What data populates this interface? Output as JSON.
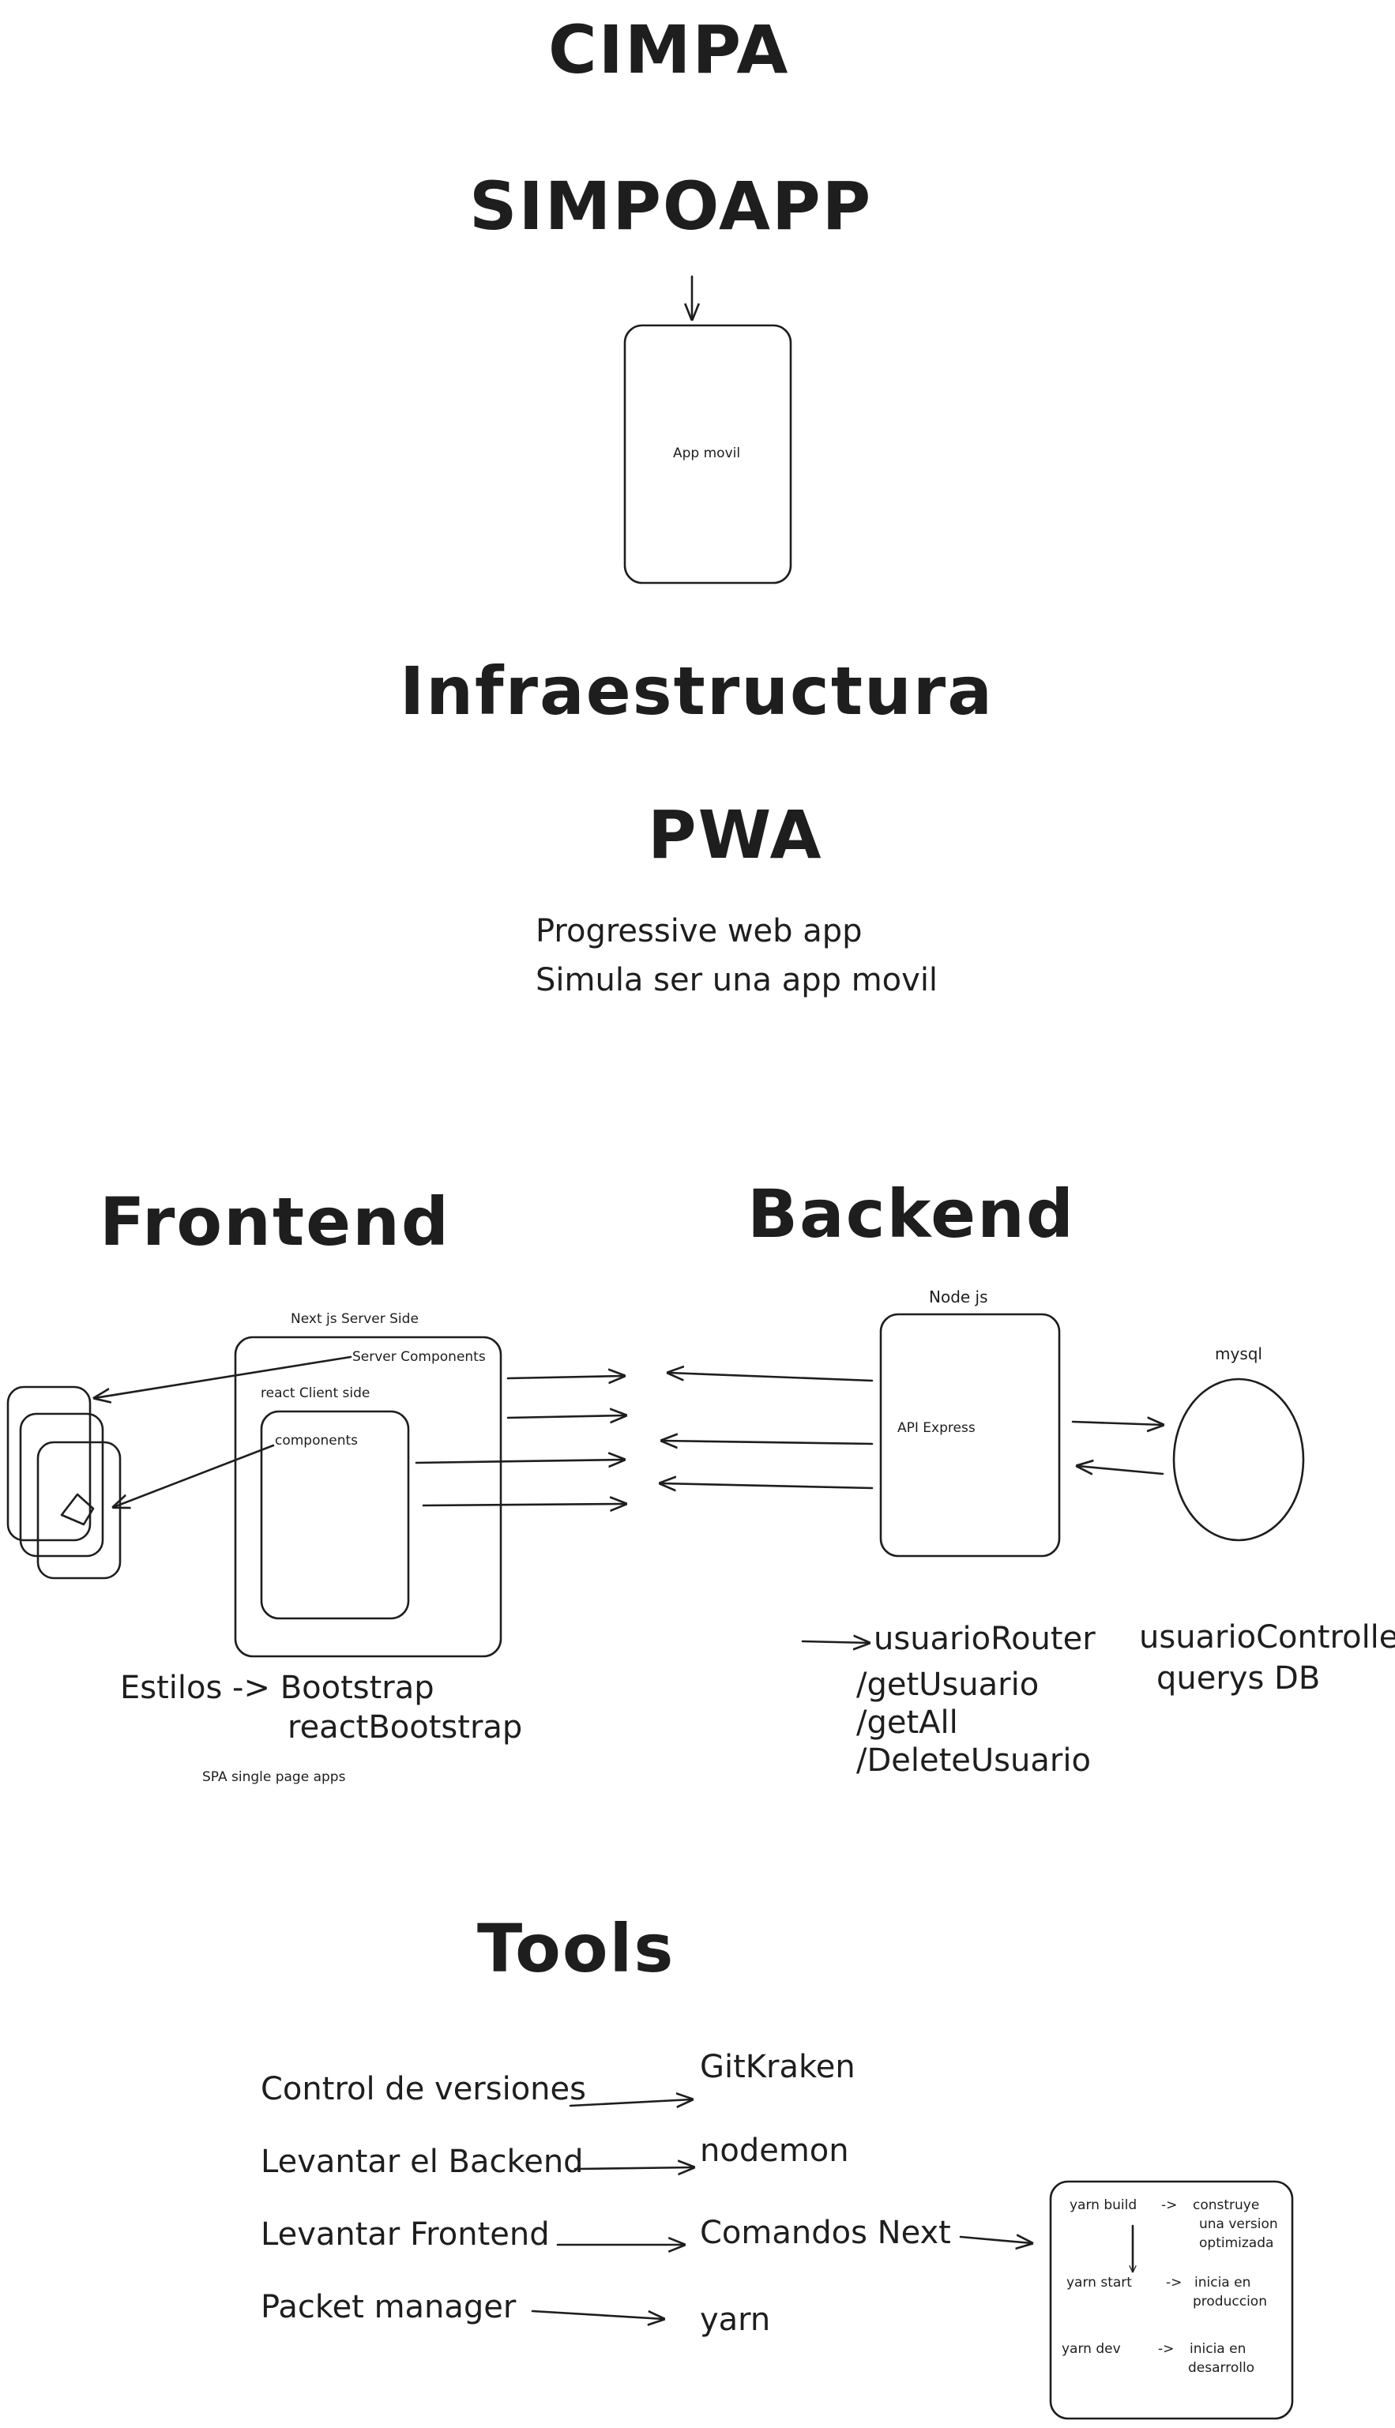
{
  "titles": {
    "cimpa": "CIMPA",
    "simpoapp": "SIMPOAPP",
    "infra": "Infraestructura",
    "pwa": "PWA",
    "frontend": "Frontend",
    "backend": "Backend",
    "tools": "Tools"
  },
  "mobile": {
    "label": "App movil"
  },
  "pwa_desc": {
    "line1": "Progressive web app",
    "line2": "Simula ser una app movil"
  },
  "frontend": {
    "next_label": "Next js Server Side",
    "server_components": "Server Components",
    "react_client": "react Client side",
    "components": "components",
    "styles_line1": "Estilos -> Bootstrap",
    "styles_line2": "reactBootstrap",
    "spa": "SPA single page apps"
  },
  "backend": {
    "node_label": "Node js",
    "api": "API Express",
    "db": "mysql",
    "router": "usuarioRouter",
    "routes": [
      "/getUsuario",
      "/getAll",
      "/DeleteUsuario"
    ],
    "controller": "usuarioController",
    "querys": "querys DB"
  },
  "tools": {
    "rows": [
      {
        "label": "Control de versiones",
        "value": "GitKraken"
      },
      {
        "label": "Levantar el Backend",
        "value": "nodemon"
      },
      {
        "label": "Levantar Frontend",
        "value": "Comandos Next"
      },
      {
        "label": "Packet manager",
        "value": "yarn"
      }
    ],
    "commands": [
      {
        "cmd": "yarn build",
        "desc1": "construye",
        "desc2": "una version",
        "desc3": "optimizada"
      },
      {
        "cmd": "yarn start",
        "desc1": "inicia en",
        "desc2": "produccion"
      },
      {
        "cmd": "yarn dev",
        "desc1": "inicia en",
        "desc2": "desarrollo"
      }
    ],
    "arrow_text": "->"
  }
}
